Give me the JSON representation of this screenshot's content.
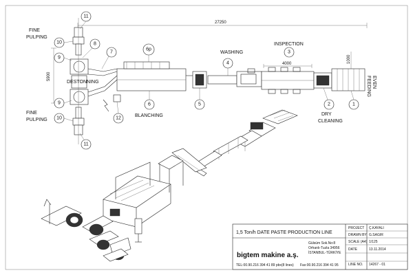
{
  "dimensions": {
    "overall_length": "27250",
    "width_left": "5900",
    "inspection_length": "4000",
    "feeding_height": "1000"
  },
  "labels": {
    "fine_pulping": "FINE",
    "fine_pulping_2": "PULPING",
    "destonning": "DESTONNING",
    "blanching": "BLANCHING",
    "washing": "WASHING",
    "inspection": "INSPECTION",
    "dry_cleaning_1": "DRY",
    "dry_cleaning_2": "CLEANING",
    "even_feeding_1": "EVEN",
    "even_feeding_2": "FEEDING"
  },
  "callouts": [
    "1",
    "2",
    "3",
    "4",
    "5",
    "6",
    "6p",
    "7",
    "8",
    "9",
    "10",
    "11",
    "12"
  ],
  "title_block": {
    "title": "1,5 Ton/h DATE PASTE PRODUCTION LINE",
    "project_label": "PROJECT",
    "project_value": "Ç.KAYALI",
    "drawn_by_label": "DRAWN BY",
    "drawn_by_value": "G.SAGIR",
    "scale_label": "SCALE (A4)",
    "scale_value": "1/125",
    "date_label": "DATE",
    "date_value": "13.11.2014",
    "line_no_label": "LINE NO.",
    "line_no_value": "14267 - 01",
    "company": "bigtem makine a.ş.",
    "address_1": "Gülsüm Sok.No:8",
    "address_2": "Orhanlı-Tuzla 34956",
    "address_3": "İSTANBUL-TÜRKİYE",
    "phone": "TEL:00.90.216 394 41 89 pbx(8 lines)",
    "fax": "Fax:00.90.216 394 41 95"
  }
}
